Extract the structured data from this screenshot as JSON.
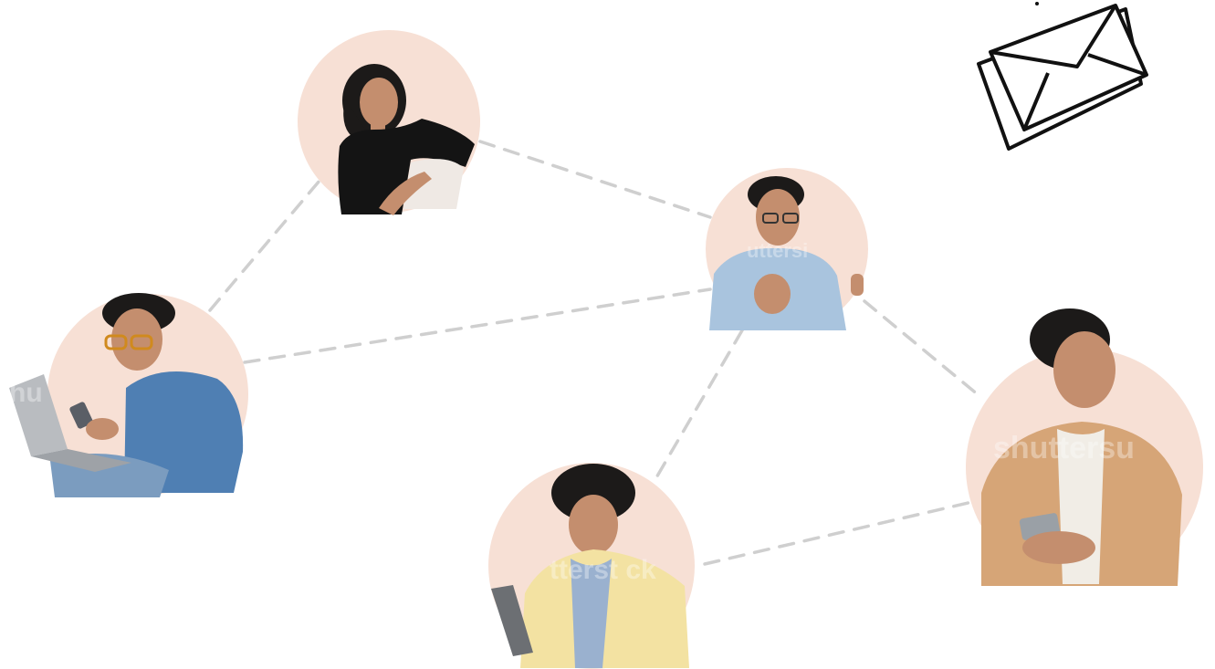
{
  "colors": {
    "circle_bg": "#f7e0d5",
    "connector": "#cfcfcf",
    "skin": "#c48e6e",
    "hair": "#1c1a19",
    "envelope_stroke": "#111111"
  },
  "watermark": {
    "text_left": "hu",
    "text_mid": "tterst ck",
    "text_right": "shuttersu",
    "text_top": "uttersi"
  },
  "people": [
    {
      "id": "woman-black-top",
      "shirt": "#141414",
      "pants": "#efe9e4"
    },
    {
      "id": "man-glasses-light-blue",
      "shirt": "#a9c4de"
    },
    {
      "id": "man-laptop-striped",
      "shirt": "#4f7fb3"
    },
    {
      "id": "man-curly-yellow",
      "shirt": "#f3e2a2",
      "tee": "#9ab1cf"
    },
    {
      "id": "man-tan-jacket",
      "shirt": "#d6a577",
      "tee": "#f1ede6"
    }
  ],
  "decor": [
    "envelope-icon"
  ]
}
